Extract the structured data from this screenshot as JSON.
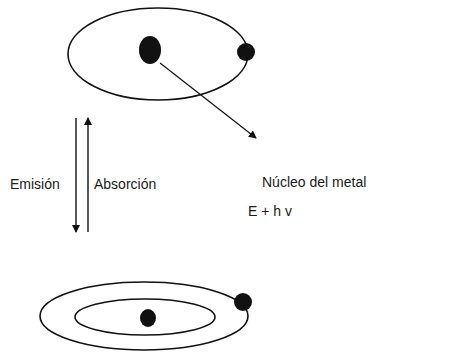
{
  "diagram": {
    "labels": [
      "Emisión",
      "Absorción",
      "Núcleo del metal",
      "E + h v"
    ]
  }
}
